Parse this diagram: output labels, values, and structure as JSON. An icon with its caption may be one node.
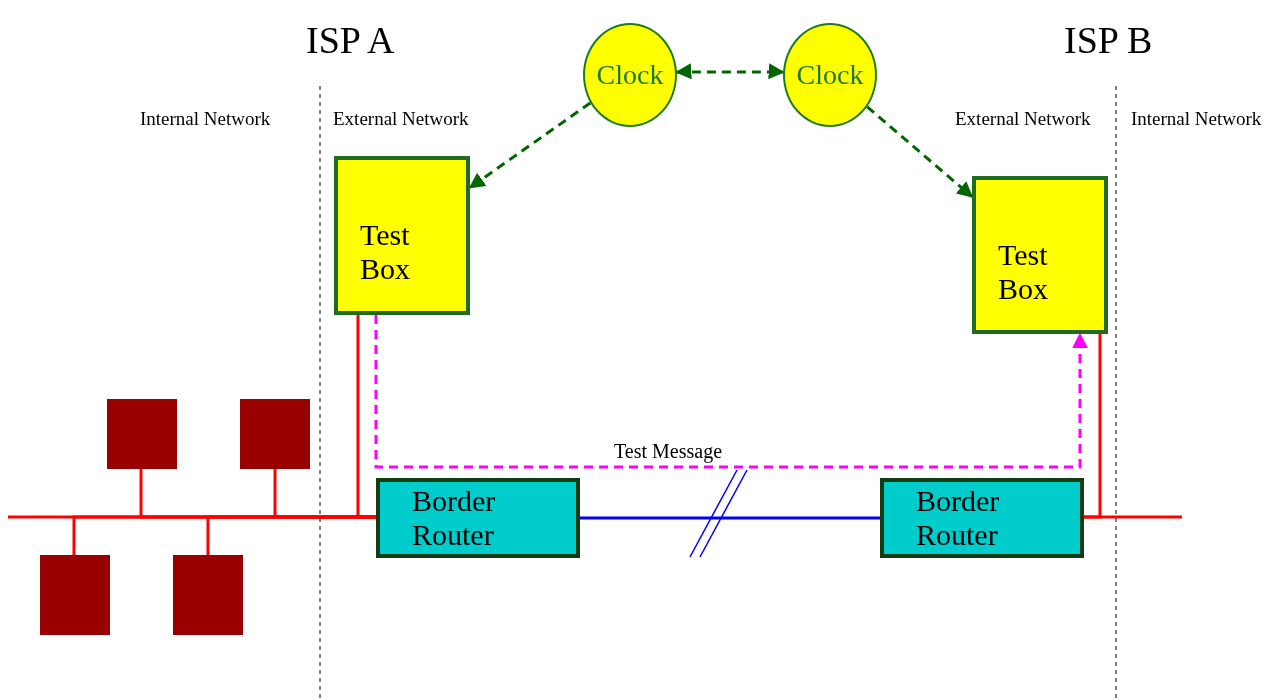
{
  "diagram": {
    "nodes": [
      {
        "text": [
          "Clock"
        ]
      },
      {
        "text": [
          "Clock"
        ]
      },
      {
        "text": [
          "Test Box"
        ]
      },
      {
        "text": [
          "Test Box"
        ]
      },
      {
        "text": [
          "Border Router"
        ]
      },
      {
        "text": [
          "Border Router"
        ]
      },
      {
        "text": [],
        "shape": "box"
      },
      {
        "text": [],
        "shape": "box"
      },
      {
        "text": [],
        "shape": "box"
      },
      {
        "text": [],
        "shape": "box"
      }
    ],
    "edges": [
      {
        "from": 0,
        "to": 1,
        "arrow": "both",
        "style": "dashed",
        "color": "#006600"
      },
      {
        "from": 0,
        "to": 2,
        "arrow": "to",
        "style": "dashed",
        "color": "#006600"
      },
      {
        "from": 1,
        "to": 3,
        "arrow": "to",
        "style": "dashed",
        "color": "#006600"
      },
      {
        "from": 2,
        "to": 3,
        "arrow": "to",
        "label": "Test Message",
        "style": "dashed",
        "color": "#ff00ff"
      },
      {
        "from": null,
        "to": 4,
        "arrow": "none"
      },
      {
        "from": 6,
        "to": 4,
        "arrow": "none"
      },
      {
        "from": 7,
        "to": 4,
        "arrow": "none"
      },
      {
        "from": 8,
        "to": 4,
        "arrow": "none"
      },
      {
        "from": 9,
        "to": 4,
        "arrow": "none"
      },
      {
        "from": 2,
        "to": 4,
        "arrow": "none"
      },
      {
        "from": 4,
        "to": 5,
        "arrow": "none",
        "color": "#0000ff"
      },
      {
        "from": 3,
        "to": 5,
        "arrow": "none"
      },
      {
        "from": 5,
        "to": null,
        "arrow": "none"
      }
    ],
    "labels": [
      "ISP A",
      "ISP B",
      "Internal Network",
      "External Network",
      "External Network",
      "Internal Network"
    ]
  }
}
